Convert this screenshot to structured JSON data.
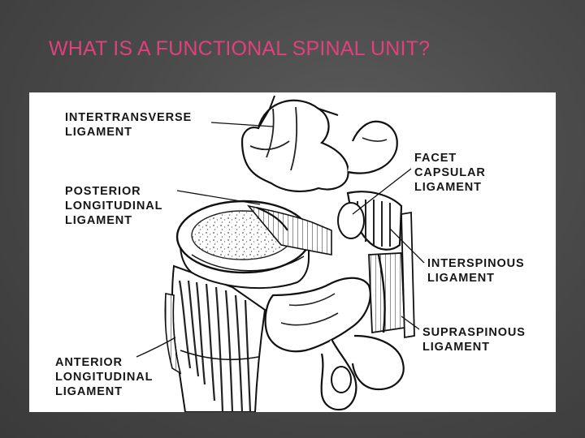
{
  "slide": {
    "title": "WHAT IS A FUNCTIONAL SPINAL UNIT?"
  },
  "diagram": {
    "labels": {
      "intertransverse": [
        "INTERTRANSVERSE",
        "LIGAMENT"
      ],
      "posterior_longitudinal": [
        "POSTERIOR",
        "LONGITUDINAL",
        "LIGAMENT"
      ],
      "anterior_longitudinal": [
        "ANTERIOR",
        "LONGITUDINAL",
        "LIGAMENT"
      ],
      "facet_capsular": [
        "FACET",
        "CAPSULAR",
        "LIGAMENT"
      ],
      "interspinous": [
        "INTERSPINOUS",
        "LIGAMENT"
      ],
      "supraspinous": [
        "SUPRASPINOUS",
        "LIGAMENT"
      ]
    }
  },
  "colors": {
    "title": "#e0407c",
    "background": "#4a4a4a",
    "panel": "#ffffff",
    "ink": "#161616"
  }
}
